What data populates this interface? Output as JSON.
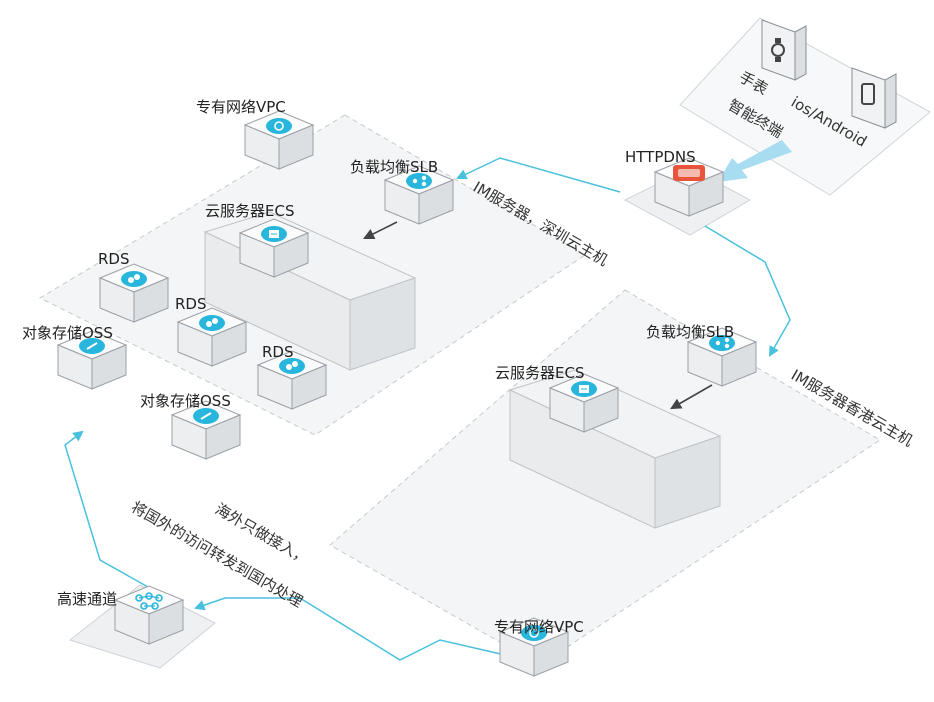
{
  "colors": {
    "accent": "#29b6dc",
    "line": "#48c1dd",
    "arrow_light": "#a8dcf0",
    "region_fill": "#f4f5f6",
    "region_stroke": "#c9cdd2",
    "box_top": "#fbfbfb",
    "box_side": "#dcdfe2",
    "logo_red": "#e8553a"
  },
  "regions": {
    "shenzhen": "IM服务器，深圳云主机",
    "hongkong": "IM服务器香港云主机",
    "overseas_line1": "海外只做接入，",
    "overseas_line2": "将国外的访问转发到国内处理",
    "devices_watch": "手表",
    "devices_line2": "智能终端",
    "devices_os": "ios/Android"
  },
  "nodes": {
    "vpc_top": {
      "label": "专有网络VPC",
      "icon": "vpc-icon"
    },
    "slb_sz": {
      "label": "负载均衡SLB",
      "icon": "slb-icon"
    },
    "ecs_sz": {
      "label": "云服务器ECS",
      "icon": "ecs-icon"
    },
    "rds_1": {
      "label": "RDS",
      "icon": "rds-icon"
    },
    "rds_2": {
      "label": "RDS",
      "icon": "rds-icon"
    },
    "rds_3": {
      "label": "RDS",
      "icon": "rds-icon"
    },
    "oss_1": {
      "label": "对象存储OSS",
      "icon": "oss-icon"
    },
    "oss_2": {
      "label": "对象存储OSS",
      "icon": "oss-icon"
    },
    "httpdns": {
      "label": "HTTPDNS",
      "icon": "httpdns-logo-icon"
    },
    "slb_hk": {
      "label": "负载均衡SLB",
      "icon": "slb-icon"
    },
    "ecs_hk": {
      "label": "云服务器ECS",
      "icon": "ecs-icon"
    },
    "express": {
      "label": "高速通道",
      "icon": "express-connect-icon"
    },
    "vpc_bottom": {
      "label": "专有网络VPC",
      "icon": "vpc-icon"
    }
  }
}
